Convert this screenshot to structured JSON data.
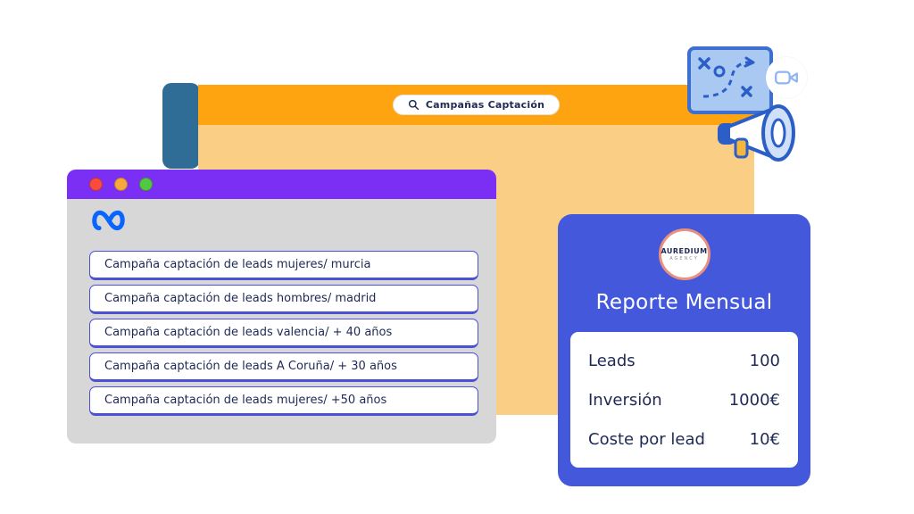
{
  "colors": {
    "orange_header": "#FFA411",
    "orange_body": "#FBCE85",
    "purple_header": "#7B2FF4",
    "window_gray": "#D7D7D7",
    "side_tab_blue": "#2F6D96",
    "indigo_border": "#4B50D6",
    "card_blue": "#4458DC",
    "navy_text": "#1E2A55",
    "meta_blue": "#0866FF",
    "logo_ring": "#E9907F"
  },
  "browser_window": {
    "search": {
      "label": "Campañas Captación"
    }
  },
  "ads_window": {
    "campaigns": [
      "Campaña captación de leads mujeres/ murcia",
      "Campaña captación de leads hombres/ madrid",
      "Campaña captación de leads valencia/ + 40 años",
      "Campaña captación de leads A Coruña/ + 30 años",
      "Campaña captación de leads mujeres/ +50 años"
    ]
  },
  "report_card": {
    "logo": {
      "line1": "AUREDIUM",
      "line2": "AGENCY"
    },
    "title": "Reporte Mensual",
    "metrics": [
      {
        "label": "Leads",
        "value": "100"
      },
      {
        "label": "Inversión",
        "value": "1000€"
      },
      {
        "label": "Coste por lead",
        "value": "10€"
      }
    ]
  }
}
